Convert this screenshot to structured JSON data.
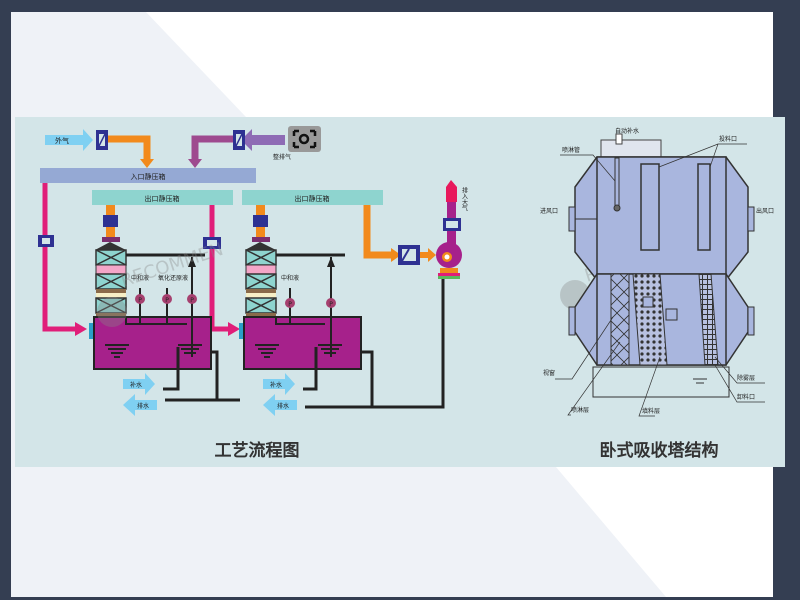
{
  "colors": {
    "frame": "#343e52",
    "panel": "#d3e5e8",
    "tower_tank": "#a6218b",
    "inlet_box": "#95a9d4",
    "outlet_box": "#8ed4cf",
    "pipe_orange": "#f28a1c",
    "pipe_pink": "#e01e79",
    "pipe_violet": "#9e4a8f",
    "valve": "#2e3192",
    "water_arrow": "#7fd0f2",
    "absorber_body": "#a9b6de"
  },
  "process_flow": {
    "title": "工艺流程图",
    "outside_air_label": "外气",
    "exhaust_in_label": "整排气",
    "inlet_plenum_label": "入口静压箱",
    "outlet_plenum_1_label": "出口静压箱",
    "outlet_plenum_2_label": "出口静压箱",
    "exhaust_to_atmosphere_label": "排入大气",
    "tower1": {
      "neutralizer_label": "中和液",
      "oxidizer_label": "氧化还原液",
      "pump_labels": [
        "P",
        "P",
        "P"
      ],
      "makeup_water_label": "补水",
      "drain_water_label": "排水"
    },
    "tower2": {
      "neutralizer_label": "中和液",
      "pump_labels": [
        "P",
        "P"
      ],
      "makeup_water_label": "补水",
      "drain_water_label": "排水"
    }
  },
  "absorber": {
    "title": "卧式吸收塔结构",
    "top_view": {
      "auto_makeup_label": "自动补水",
      "spray_pipe_label": "喷淋管",
      "feed_port_label": "投料口",
      "air_inlet_label": "进风口",
      "air_outlet_label": "出风口"
    },
    "section_view": {
      "sight_window_label": "视窗",
      "spray_layer_label": "喷淋层",
      "packing_layer_label": "填料层",
      "demister_layer_label": "除雾层",
      "discharge_port_label": "卸料口"
    }
  },
  "watermark": {
    "text": "RECOMMEN",
    "subtext": "瑞 | 科 | 曼"
  }
}
